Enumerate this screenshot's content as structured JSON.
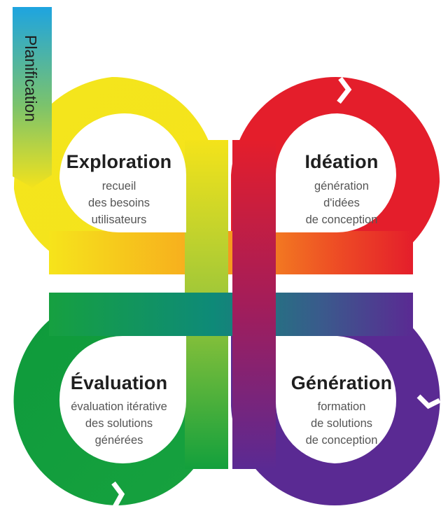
{
  "planning_label": "Planification",
  "quadrants": [
    {
      "id": "exploration",
      "title": "Exploration",
      "lines": [
        "recueil",
        "des besoins",
        "utilisateurs"
      ],
      "color": "#f3e11a"
    },
    {
      "id": "ideation",
      "title": "Idéation",
      "lines": [
        "génération",
        "d'idées",
        "de conception"
      ],
      "color": "#e41e2b"
    },
    {
      "id": "evaluation",
      "title": "Évaluation",
      "lines": [
        "évaluation itérative",
        "des solutions",
        "générées"
      ],
      "color": "#13a03c"
    },
    {
      "id": "generation",
      "title": "Génération",
      "lines": [
        "formation",
        "de solutions",
        "de conception"
      ],
      "color": "#5a2a93"
    }
  ],
  "colors": {
    "blue": "#1ea4e0",
    "yellow": "#f6e41b",
    "orange": "#f39a1e",
    "red": "#e41e2b",
    "green": "#13a03c",
    "lime": "#9cc63a",
    "teal": "#0f8a8a",
    "purple": "#5a2a93",
    "magenta": "#b01d4f"
  }
}
